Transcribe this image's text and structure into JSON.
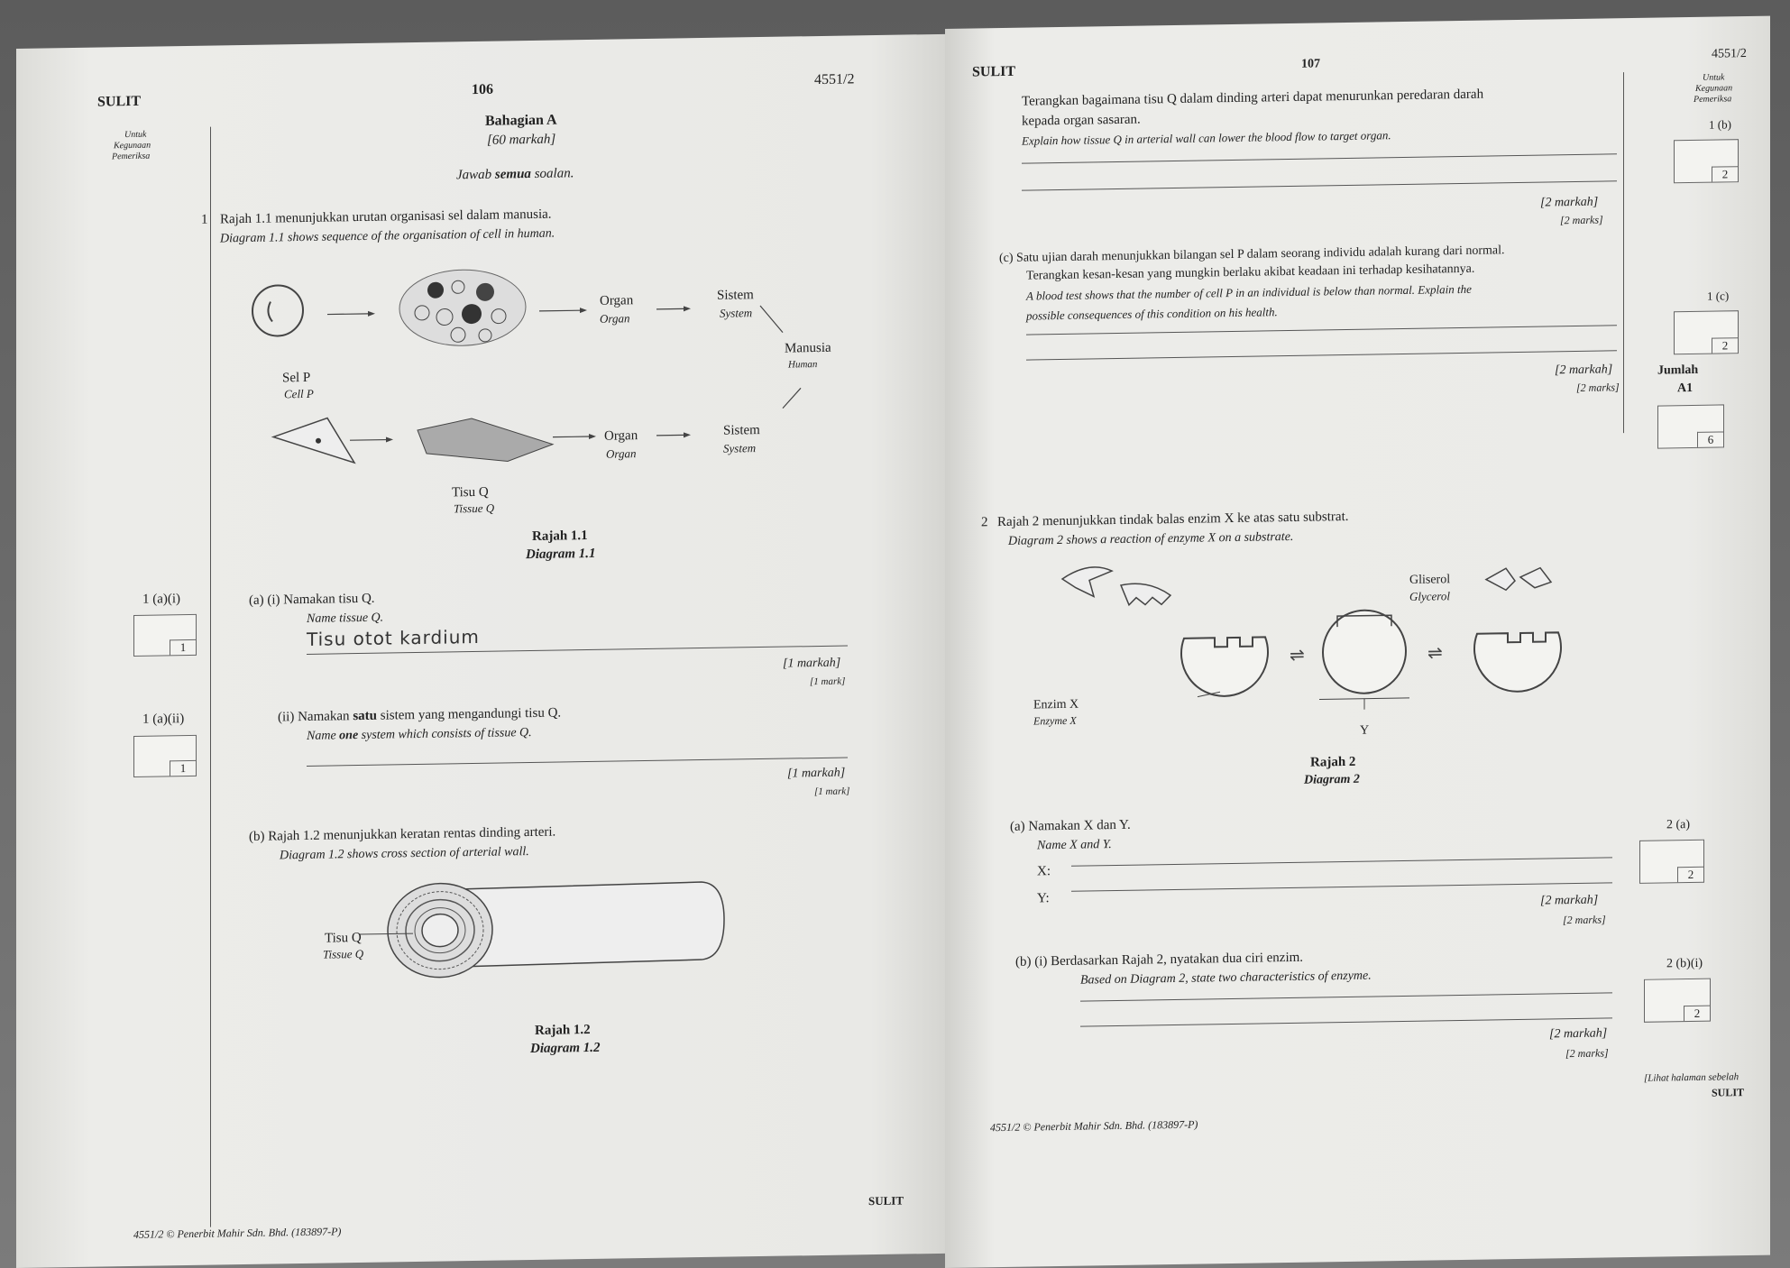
{
  "left": {
    "sulit": "SULIT",
    "page_no": "106",
    "code": "4551/2",
    "untuk": [
      "Untuk",
      "Kegunaan",
      "Pemeriksa"
    ],
    "section_title": "Bahagian A",
    "section_marks": "[60 markah]",
    "instruction_prefix": "Jawab ",
    "instruction_bold": "semua",
    "instruction_suffix": " soalan.",
    "q1_num": "1",
    "q1_text": "Rajah 1.1 menunjukkan urutan organisasi sel dalam manusia.",
    "q1_text_en": "Diagram 1.1 shows sequence of the organisation of cell in human.",
    "diag11": {
      "organ_top": "Organ",
      "organ_top_en": "Organ",
      "sistem_top": "Sistem",
      "sistem_top_en": "System",
      "manusia": "Manusia",
      "manusia_en": "Human",
      "sel_p": "Sel P",
      "sel_p_en": "Cell P",
      "organ_bot": "Organ",
      "organ_bot_en": "Organ",
      "sistem_bot": "Sistem",
      "sistem_bot_en": "System",
      "tisu_q": "Tisu Q",
      "tisu_q_en": "Tissue Q",
      "caption": "Rajah 1.1",
      "caption_en": "Diagram 1.1"
    },
    "q1ai_label": "1 (a)(i)",
    "q1ai_mark": "1",
    "q1ai_text": "(a)  (i)  Namakan tisu Q.",
    "q1ai_text_en": "Name tissue Q.",
    "q1ai_answer": "Tisu otot kardium",
    "q1ai_markah": "[1 markah]",
    "q1ai_mark_en": "[1 mark]",
    "q1aii_label": "1 (a)(ii)",
    "q1aii_mark": "1",
    "q1aii_text_a": "(ii)  Namakan ",
    "q1aii_text_b": "satu",
    "q1aii_text_c": " sistem yang mengandungi tisu Q.",
    "q1aii_text_en_a": "Name ",
    "q1aii_text_en_b": "one",
    "q1aii_text_en_c": " system which consists of tissue Q.",
    "q1aii_markah": "[1 markah]",
    "q1aii_mark_en": "[1 mark]",
    "q1b_text": "(b)  Rajah 1.2 menunjukkan keratan rentas dinding arteri.",
    "q1b_text_en": "Diagram 1.2 shows cross section of arterial wall.",
    "diag12": {
      "tisu_q": "Tisu Q",
      "tisu_q_en": "Tissue Q",
      "caption": "Rajah 1.2",
      "caption_en": "Diagram 1.2"
    },
    "footer_sulit": "SULIT",
    "footer": "4551/2 © Penerbit Mahir Sdn. Bhd. (183897-P)"
  },
  "right": {
    "sulit": "SULIT",
    "page_no": "107",
    "code": "4551/2",
    "untuk": [
      "Untuk",
      "Kegunaan",
      "Pemeriksa"
    ],
    "q1b_cont": "Terangkan bagaimana tisu Q dalam dinding arteri dapat menurunkan peredaran   darah",
    "q1b_cont2": "kepada organ sasaran.",
    "q1b_cont_en": "Explain how tissue Q in arterial wall can lower the blood flow to target organ.",
    "q1b_label": "1 (b)",
    "q1b_mark": "2",
    "q1b_markah": "[2 markah]",
    "q1b_marks_en": "[2 marks]",
    "q1c_text": "(c)  Satu ujian darah menunjukkan bilangan sel P dalam seorang individu adalah kurang dari normal.",
    "q1c_text2": "Terangkan kesan-kesan yang mungkin berlaku akibat keadaan ini terhadap kesihatannya.",
    "q1c_text_en": "A blood test shows that the number of cell P in an individual is below than normal. Explain the",
    "q1c_text_en2": "possible consequences of this condition on his health.",
    "q1c_label": "1 (c)",
    "q1c_mark": "2",
    "q1c_markah": "[2 markah]",
    "q1c_marks_en": "[2 marks]",
    "jumlah": "Jumlah",
    "a1": "A1",
    "total_mark": "6",
    "q2_num": "2",
    "q2_text": "Rajah 2 menunjukkan tindak balas enzim X ke atas satu substrat.",
    "q2_text_en": "Diagram 2 shows a reaction of enzyme X on a substrate.",
    "diag2": {
      "gliserol": "Gliserol",
      "gliserol_en": "Glycerol",
      "enzim_x": "Enzim X",
      "enzim_x_en": "Enzyme X",
      "y": "Y",
      "caption": "Rajah 2",
      "caption_en": "Diagram 2"
    },
    "q2a_text": "(a)  Namakan X dan Y.",
    "q2a_text_en": "Name X and Y.",
    "q2a_x": "X:",
    "q2a_y": "Y:",
    "q2a_label": "2 (a)",
    "q2a_mark": "2",
    "q2a_markah": "[2 markah]",
    "q2a_marks_en": "[2 marks]",
    "q2bi_text": "(b)  (i)   Berdasarkan Rajah 2, nyatakan dua ciri enzim.",
    "q2bi_text_en": "Based on Diagram 2, state two characteristics of enzyme.",
    "q2bi_label": "2 (b)(i)",
    "q2bi_mark": "2",
    "q2bi_markah": "[2 markah]",
    "q2bi_marks_en": "[2 marks]",
    "lihat": "[Lihat halaman sebelah",
    "footer_sulit": "SULIT",
    "footer": "4551/2 © Penerbit Mahir Sdn. Bhd. (183897-P)"
  }
}
